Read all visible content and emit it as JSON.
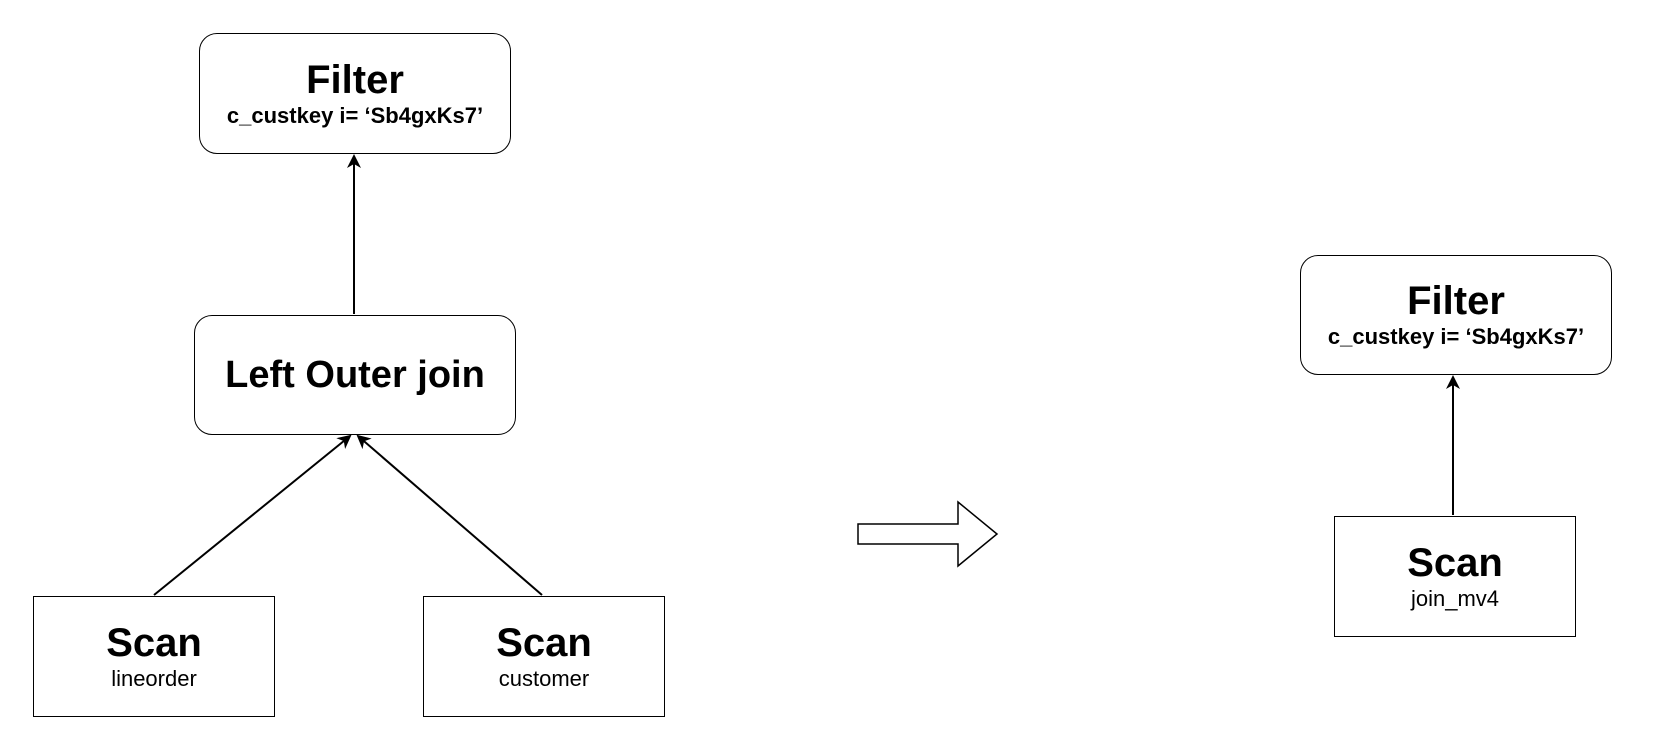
{
  "left_plan": {
    "filter": {
      "title": "Filter",
      "condition": "c_custkey i= ‘Sb4gxKs7’"
    },
    "join": {
      "title": "Left Outer join"
    },
    "scan_left": {
      "title": "Scan",
      "table": "lineorder"
    },
    "scan_right": {
      "title": "Scan",
      "table": "customer"
    }
  },
  "right_plan": {
    "filter": {
      "title": "Filter",
      "condition": "c_custkey i= ‘Sb4gxKs7’"
    },
    "scan": {
      "title": "Scan",
      "table": "join_mv4"
    }
  },
  "transform_arrow": {
    "icon": "right-block-arrow-icon"
  }
}
